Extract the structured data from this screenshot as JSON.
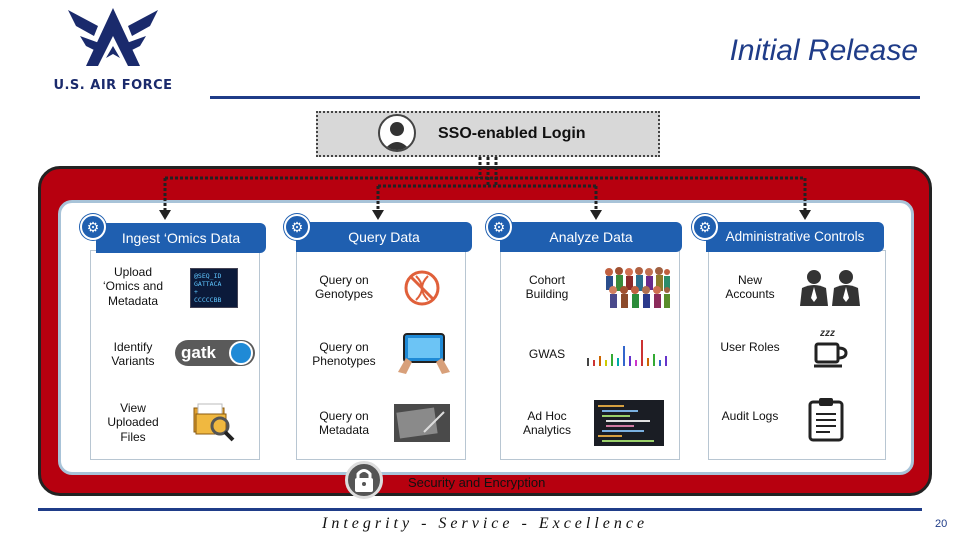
{
  "header": {
    "logo_text": "U.S. AIR FORCE",
    "title": "Initial Release"
  },
  "sso": {
    "label": "SSO-enabled Login"
  },
  "columns": [
    {
      "header": "Ingest ‘Omics Data",
      "items": [
        {
          "label": "Upload ‘Omics and Metadata"
        },
        {
          "label": "Identify Variants"
        },
        {
          "label": "View Uploaded Files"
        }
      ]
    },
    {
      "header": "Query Data",
      "items": [
        {
          "label": "Query on Genotypes"
        },
        {
          "label": "Query on Phenotypes"
        },
        {
          "label": "Query on Metadata"
        }
      ]
    },
    {
      "header": "Analyze Data",
      "items": [
        {
          "label": "Cohort Building"
        },
        {
          "label": "GWAS"
        },
        {
          "label": "Ad Hoc Analytics"
        }
      ]
    },
    {
      "header": "Administrative Controls",
      "items": [
        {
          "label": "New Accounts"
        },
        {
          "label": "User Roles"
        },
        {
          "label": "Audit Logs"
        }
      ]
    }
  ],
  "icons": {
    "gatk": "gatk",
    "seq_lines": [
      "@SEQ_ID",
      "GATTACA",
      "+",
      "CCCCCBB"
    ],
    "coffee_steam": "zzz"
  },
  "security": {
    "label": "Security and Encryption"
  },
  "footer": {
    "motto": "Integrity - Service - Excellence",
    "page_number": "20"
  }
}
